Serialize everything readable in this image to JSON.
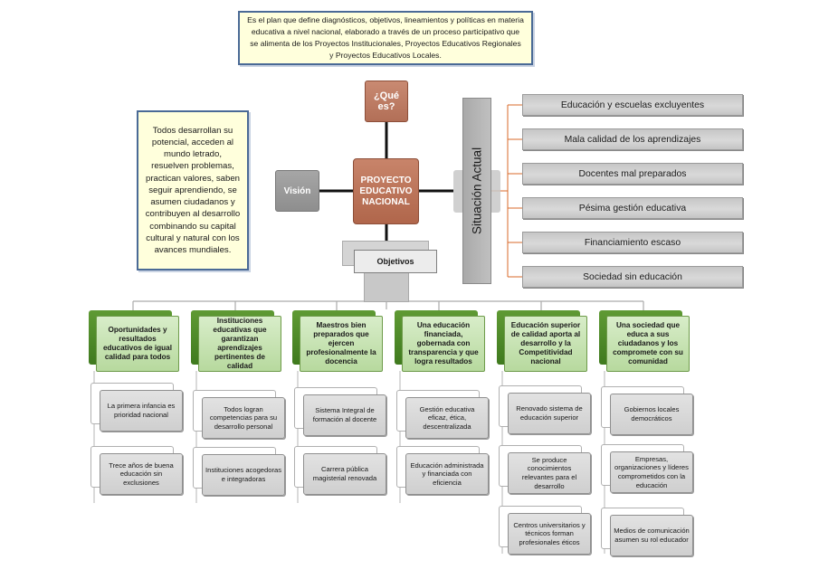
{
  "top_note": "Es el plan  que define diagnósticos, objetivos, lineamientos y políticas en materia educativa a nivel nacional, elaborado a través de un proceso participativo que se alimenta de los Proyectos Institucionales, Proyectos Educativos Regionales y Proyectos Educativos Locales.",
  "left_note": "Todos desarrollan su potencial, acceden al mundo letrado, resuelven problemas, practican valores, saben seguir aprendiendo, se asumen ciudadanos y contribuyen al desarrollo combinando su capital cultural y natural con los avances mundiales.",
  "hub": {
    "que_es": "¿Qué es?",
    "center": "PROYECTO EDUCATIVO NACIONAL",
    "vision": "Visión",
    "situacion": "Situación Actual",
    "objetivos": "Objetivos"
  },
  "situacion_items": [
    "Educación y escuelas excluyentes",
    "Mala calidad de los aprendizajes",
    "Docentes mal preparados",
    "Pésima gestión educativa",
    "Financiamiento escaso",
    "Sociedad sin educación"
  ],
  "objectives": [
    {
      "title": "Oportunidades y resultados educativos de igual calidad para todos",
      "items": [
        "La primera infancia es prioridad nacional",
        "Trece años de buena educación sin exclusiones"
      ]
    },
    {
      "title": "Instituciones educativas que garantizan aprendizajes pertinentes de calidad",
      "items": [
        "Todos logran competencias para su desarrollo personal",
        "Instituciones acogedoras e integradoras"
      ]
    },
    {
      "title": "Maestros bien preparados que ejercen profesionalmente la docencia",
      "items": [
        "Sistema Integral de formación al docente",
        "Carrera pública magisterial renovada"
      ]
    },
    {
      "title": "Una educación financiada, gobernada con transparencia y que logra resultados",
      "items": [
        "Gestión educativa eficaz, ética, descentralizada",
        "Educación administrada y financiada con eficiencia"
      ]
    },
    {
      "title": "Educación superior de calidad aporta al desarrollo y la Competitividad nacional",
      "items": [
        "Renovado sistema de educación superior",
        "Se produce conocimientos relevantes para el desarrollo",
        "Centros universitarios y técnicos forman profesionales éticos"
      ]
    },
    {
      "title": "Una sociedad que educa a sus ciudadanos y los compromete con su comunidad",
      "items": [
        "Gobiernos locales democráticos",
        "Empresas, organizaciones y líderes comprometidos con la educación",
        "Medios de comunicación asumen su rol educador"
      ]
    }
  ]
}
